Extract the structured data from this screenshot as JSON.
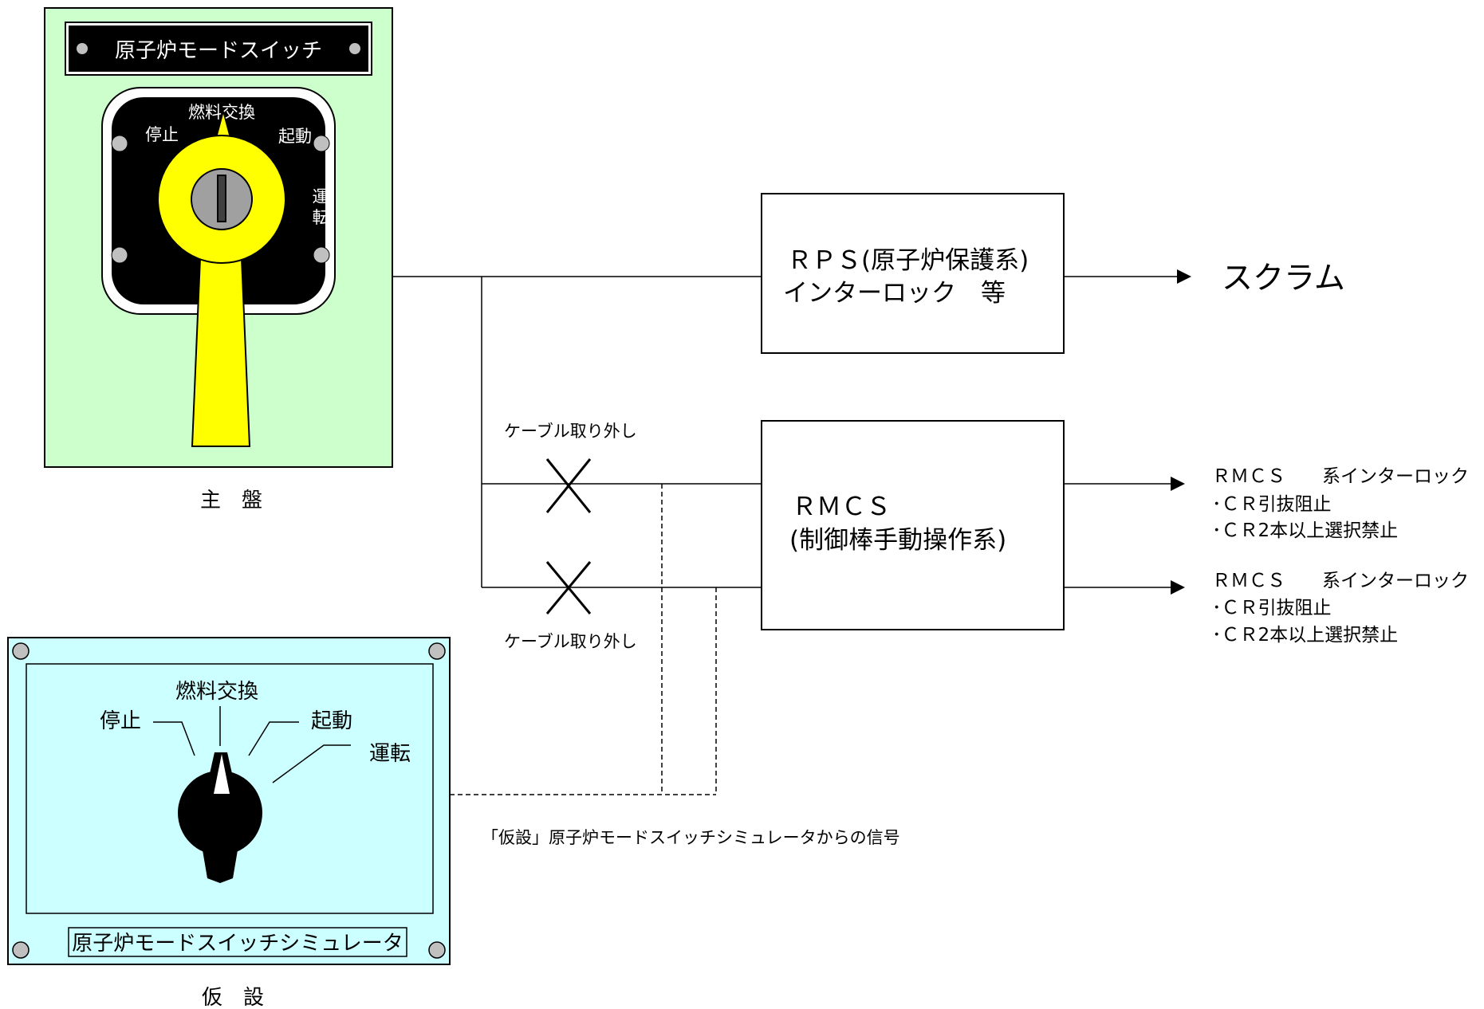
{
  "main_panel": {
    "plate_label": "原子炉モードスイッチ",
    "positions": {
      "stop": "停止",
      "refuel": "燃料交換",
      "startup": "起動",
      "run_1": "運",
      "run_2": "転"
    },
    "caption": "主　盤",
    "panel_color": "#ccffcc",
    "handle_color": "#ffff00"
  },
  "simulator_panel": {
    "positions": {
      "stop": "停止",
      "refuel": "燃料交換",
      "startup": "起動",
      "run": "運転"
    },
    "plate_label": "原子炉モードスイッチシミュレータ",
    "caption": "仮　設",
    "panel_color": "#ccffff"
  },
  "rps_box": {
    "line1": "ＲＰＳ(原子炉保護系)",
    "line2": "インターロック　等"
  },
  "scram_label": "スクラム",
  "rmcs_box": {
    "line1": "ＲＭＣＳ",
    "line2": "(制御棒手動操作系)"
  },
  "cable_removed_label_top": "ケーブル取り外し",
  "cable_removed_label_bottom": "ケーブル取り外し",
  "rmcs_output_1": {
    "title": "ＲＭＣＳ　　系インターロック",
    "item1": "･ＣＲ引抜阻止",
    "item2": "･ＣＲ2本以上選択禁止"
  },
  "rmcs_output_2": {
    "title": "ＲＭＣＳ　　系インターロック",
    "item1": "･ＣＲ引抜阻止",
    "item2": "･ＣＲ2本以上選択禁止"
  },
  "simulator_signal_label": "「仮設」原子炉モードスイッチシミュレータからの信号"
}
